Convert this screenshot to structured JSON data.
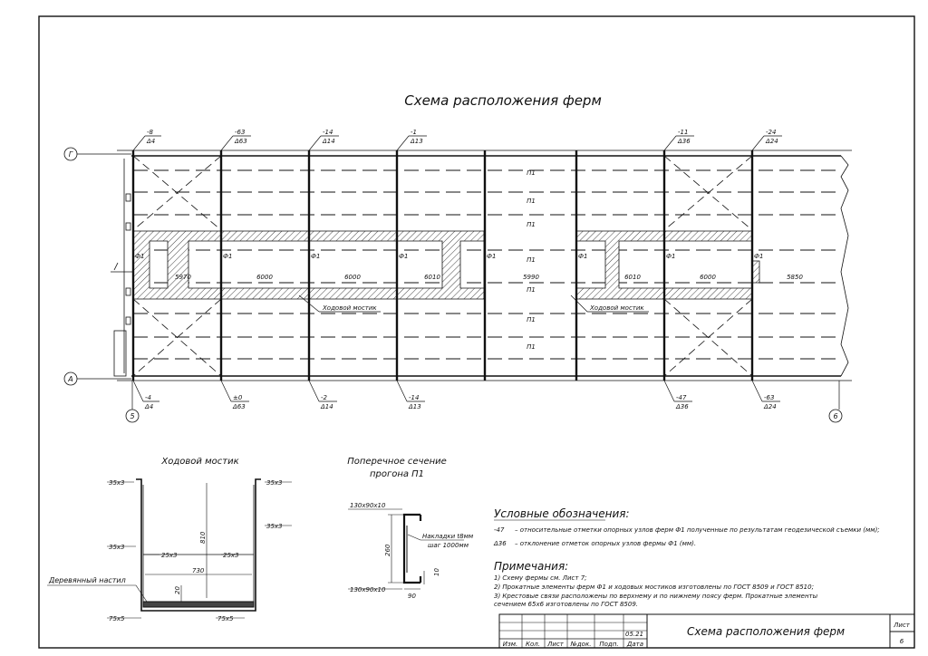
{
  "title": "Схема расположения ферм",
  "axes": {
    "top": "Г",
    "bottom": "А",
    "left": "5",
    "right": "6"
  },
  "top_marks": [
    {
      "mark": "-8",
      "dev": "Δ4"
    },
    {
      "mark": "-63",
      "dev": "Δ63"
    },
    {
      "mark": "-14",
      "dev": "Δ14"
    },
    {
      "mark": "-1",
      "dev": "Δ13"
    },
    {
      "mark": "-11",
      "dev": "Δ36"
    },
    {
      "mark": "-24",
      "dev": "Δ24"
    }
  ],
  "bottom_marks": [
    {
      "mark": "-4",
      "dev": "Δ4"
    },
    {
      "mark": "±0",
      "dev": "Δ63"
    },
    {
      "mark": "-2",
      "dev": "Δ14"
    },
    {
      "mark": "-14",
      "dev": "Δ13"
    },
    {
      "mark": "-47",
      "dev": "Δ36"
    },
    {
      "mark": "-63",
      "dev": "Δ24"
    }
  ],
  "spans": [
    "5970",
    "6000",
    "6000",
    "6010",
    "5990",
    "6010",
    "6000",
    "5850"
  ],
  "truss_label": "Ф1",
  "purlin_label": "П1",
  "walkway_label": "Ходовой мостик",
  "walkway_section": {
    "title": "Ходовой мостик",
    "angle_top": "35х3",
    "angle_mid": "25х3",
    "angle_bottom": "75х5",
    "dim_height": "810",
    "dim_width": "730",
    "dim_bottom": "20",
    "deck_label": "Деревянный настил"
  },
  "purlin_section": {
    "title_line1": "Поперечное сечение",
    "title_line2": "прогона П1",
    "top_profile": "130х90х10",
    "bottom_profile": "130х90х10",
    "pad_line1": "Накладки t8мм",
    "pad_line2": "шаг 1000мм",
    "dim_height": "260",
    "dim_width": "90",
    "dim_small": "10"
  },
  "legend": {
    "title": "Условные обозначения:",
    "item1_symbol": "-47",
    "item1_text": "– относительные отметки опорных узлов ферм Ф1 полученные по результатам геодезической съемки (мм);",
    "item2_symbol": "Δ36",
    "item2_text": "– отклонение отметок опорных узлов фермы Ф1 (мм)."
  },
  "notes": {
    "title": "Примечания:",
    "line1": "1) Схему фермы см. Лист 7;",
    "line2": "2) Прокатные элементы ферм Ф1 и ходовых мостиков изготовлены по ГОСТ 8509 и ГОСТ 8510;",
    "line3": "3) Крестовые связи расположены по верхнему и по нижнему поясу ферм. Прокатные элементы",
    "line4": "сечением 65х6 изготовлены по ГОСТ 8509."
  },
  "stamp": {
    "date": "05.21",
    "headers": [
      "Изм.",
      "Кол.",
      "Лист",
      "№док.",
      "Подп.",
      "Дата"
    ],
    "title": "Схема расположения ферм",
    "sheet_label": "Лист",
    "sheet_no": "6"
  }
}
